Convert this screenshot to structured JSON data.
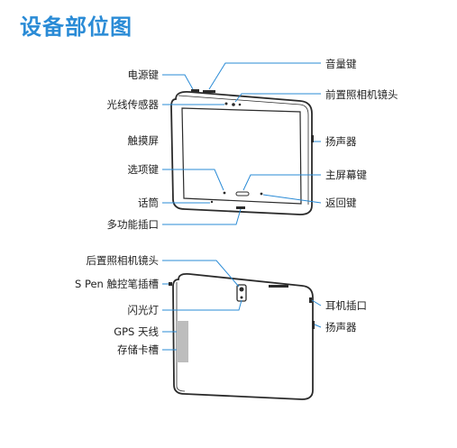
{
  "title": "设备部位图",
  "colors": {
    "accent": "#2a8bd6",
    "leader": "#2a8bd6",
    "device_outline": "#2b2b2b",
    "gps_area": "#bdbdbd"
  },
  "front_view": {
    "left_labels": {
      "power_key": "电源键",
      "light_sensor": "光线传感器",
      "touchscreen": "触摸屏",
      "option_key": "选项键",
      "microphone": "话筒",
      "multipurpose_jack": "多功能插口"
    },
    "right_labels": {
      "volume_key": "音量键",
      "front_camera": "前置照相机镜头",
      "speaker": "扬声器",
      "home_key": "主屏幕键",
      "back_key": "返回键"
    }
  },
  "back_view": {
    "left_labels": {
      "rear_camera": "后置照相机镜头",
      "s_pen_slot": "S Pen 触控笔插槽",
      "flash": "闪光灯",
      "gps_antenna": "GPS 天线",
      "memory_card_slot": "存储卡槽"
    },
    "right_labels": {
      "headset_jack": "耳机插口",
      "speaker": "扬声器"
    }
  }
}
